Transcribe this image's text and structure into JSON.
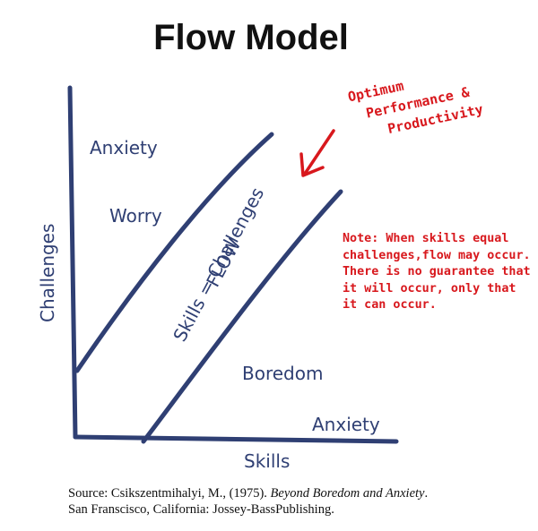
{
  "title": "Flow Model",
  "axes": {
    "y_label": "Challenges",
    "x_label": "Skills"
  },
  "regions": {
    "anxiety_top": "Anxiety",
    "worry": "Worry",
    "flow": "FLOW",
    "flow_formula": "Skills = Challenges",
    "boredom": "Boredom",
    "anxiety_bottom": "Anxiety"
  },
  "callout": {
    "line1": "Optimum",
    "line2": "Performance &",
    "line3": "Productivity"
  },
  "note": "Note: When skills equal challenges,flow may occur. There is no guarantee that it will occur, only that it can occur.",
  "source": {
    "prefix": "Source: Csikszentmihalyi, M.,  (1975). ",
    "book": "Beyond Boredom and Anxiety",
    "suffix": ".",
    "line2": "San Franscisco, California: Jossey-BassPublishing."
  },
  "colors": {
    "lines": "#2f3f73",
    "accent": "#d8181d"
  }
}
